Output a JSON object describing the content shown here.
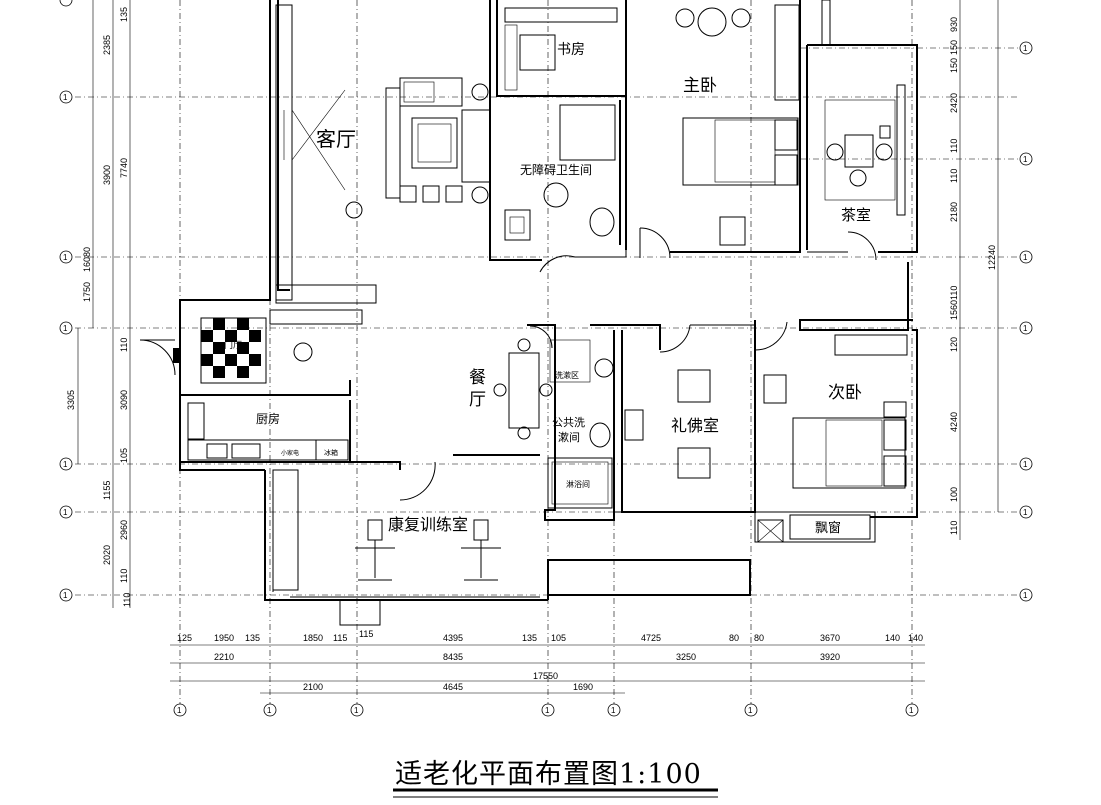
{
  "title": "适老化平面布置图1:100",
  "rooms": {
    "living": "客厅",
    "study": "书房",
    "master": "主卧",
    "bath": "无障碍卫生间",
    "tea": "茶室",
    "entry": "门厅",
    "kitchen": "厨房",
    "dining_1": "餐",
    "dining_2": "厅",
    "wash": "洗漱区",
    "public_bath_1": "公共洗",
    "public_bath_2": "漱间",
    "shower": "淋浴间",
    "buddha": "礼佛室",
    "second": "次卧",
    "rehab": "康复训练室",
    "bay": "飘窗",
    "appliance": "小家电",
    "fridge": "冰箱"
  },
  "dims_bottom_row1": [
    "125",
    "1950",
    "135",
    "1850",
    "115",
    "115",
    "4395",
    "135",
    "105",
    "4725",
    "80",
    "80",
    "3670",
    "140",
    "140"
  ],
  "dims_bottom_row2": [
    "2210",
    "8435",
    "3250",
    "3920"
  ],
  "dims_bottom_total": "17550",
  "dims_bottom_row4": [
    "2100",
    "4645",
    "1690"
  ],
  "dims_left_outer": [
    "2385",
    "3900",
    "1750",
    "3305",
    "1155",
    "2020",
    "110"
  ],
  "dims_left_inner": [
    "135",
    "7740",
    "16080",
    "110",
    "3090",
    "105",
    "2960",
    "110"
  ],
  "dims_right_inner": [
    "930",
    "150",
    "150",
    "2420",
    "110",
    "110",
    "2180",
    "110",
    "1560",
    "120",
    "4240",
    "100",
    "110"
  ],
  "dims_right_total": "12240",
  "axis_label": "1"
}
